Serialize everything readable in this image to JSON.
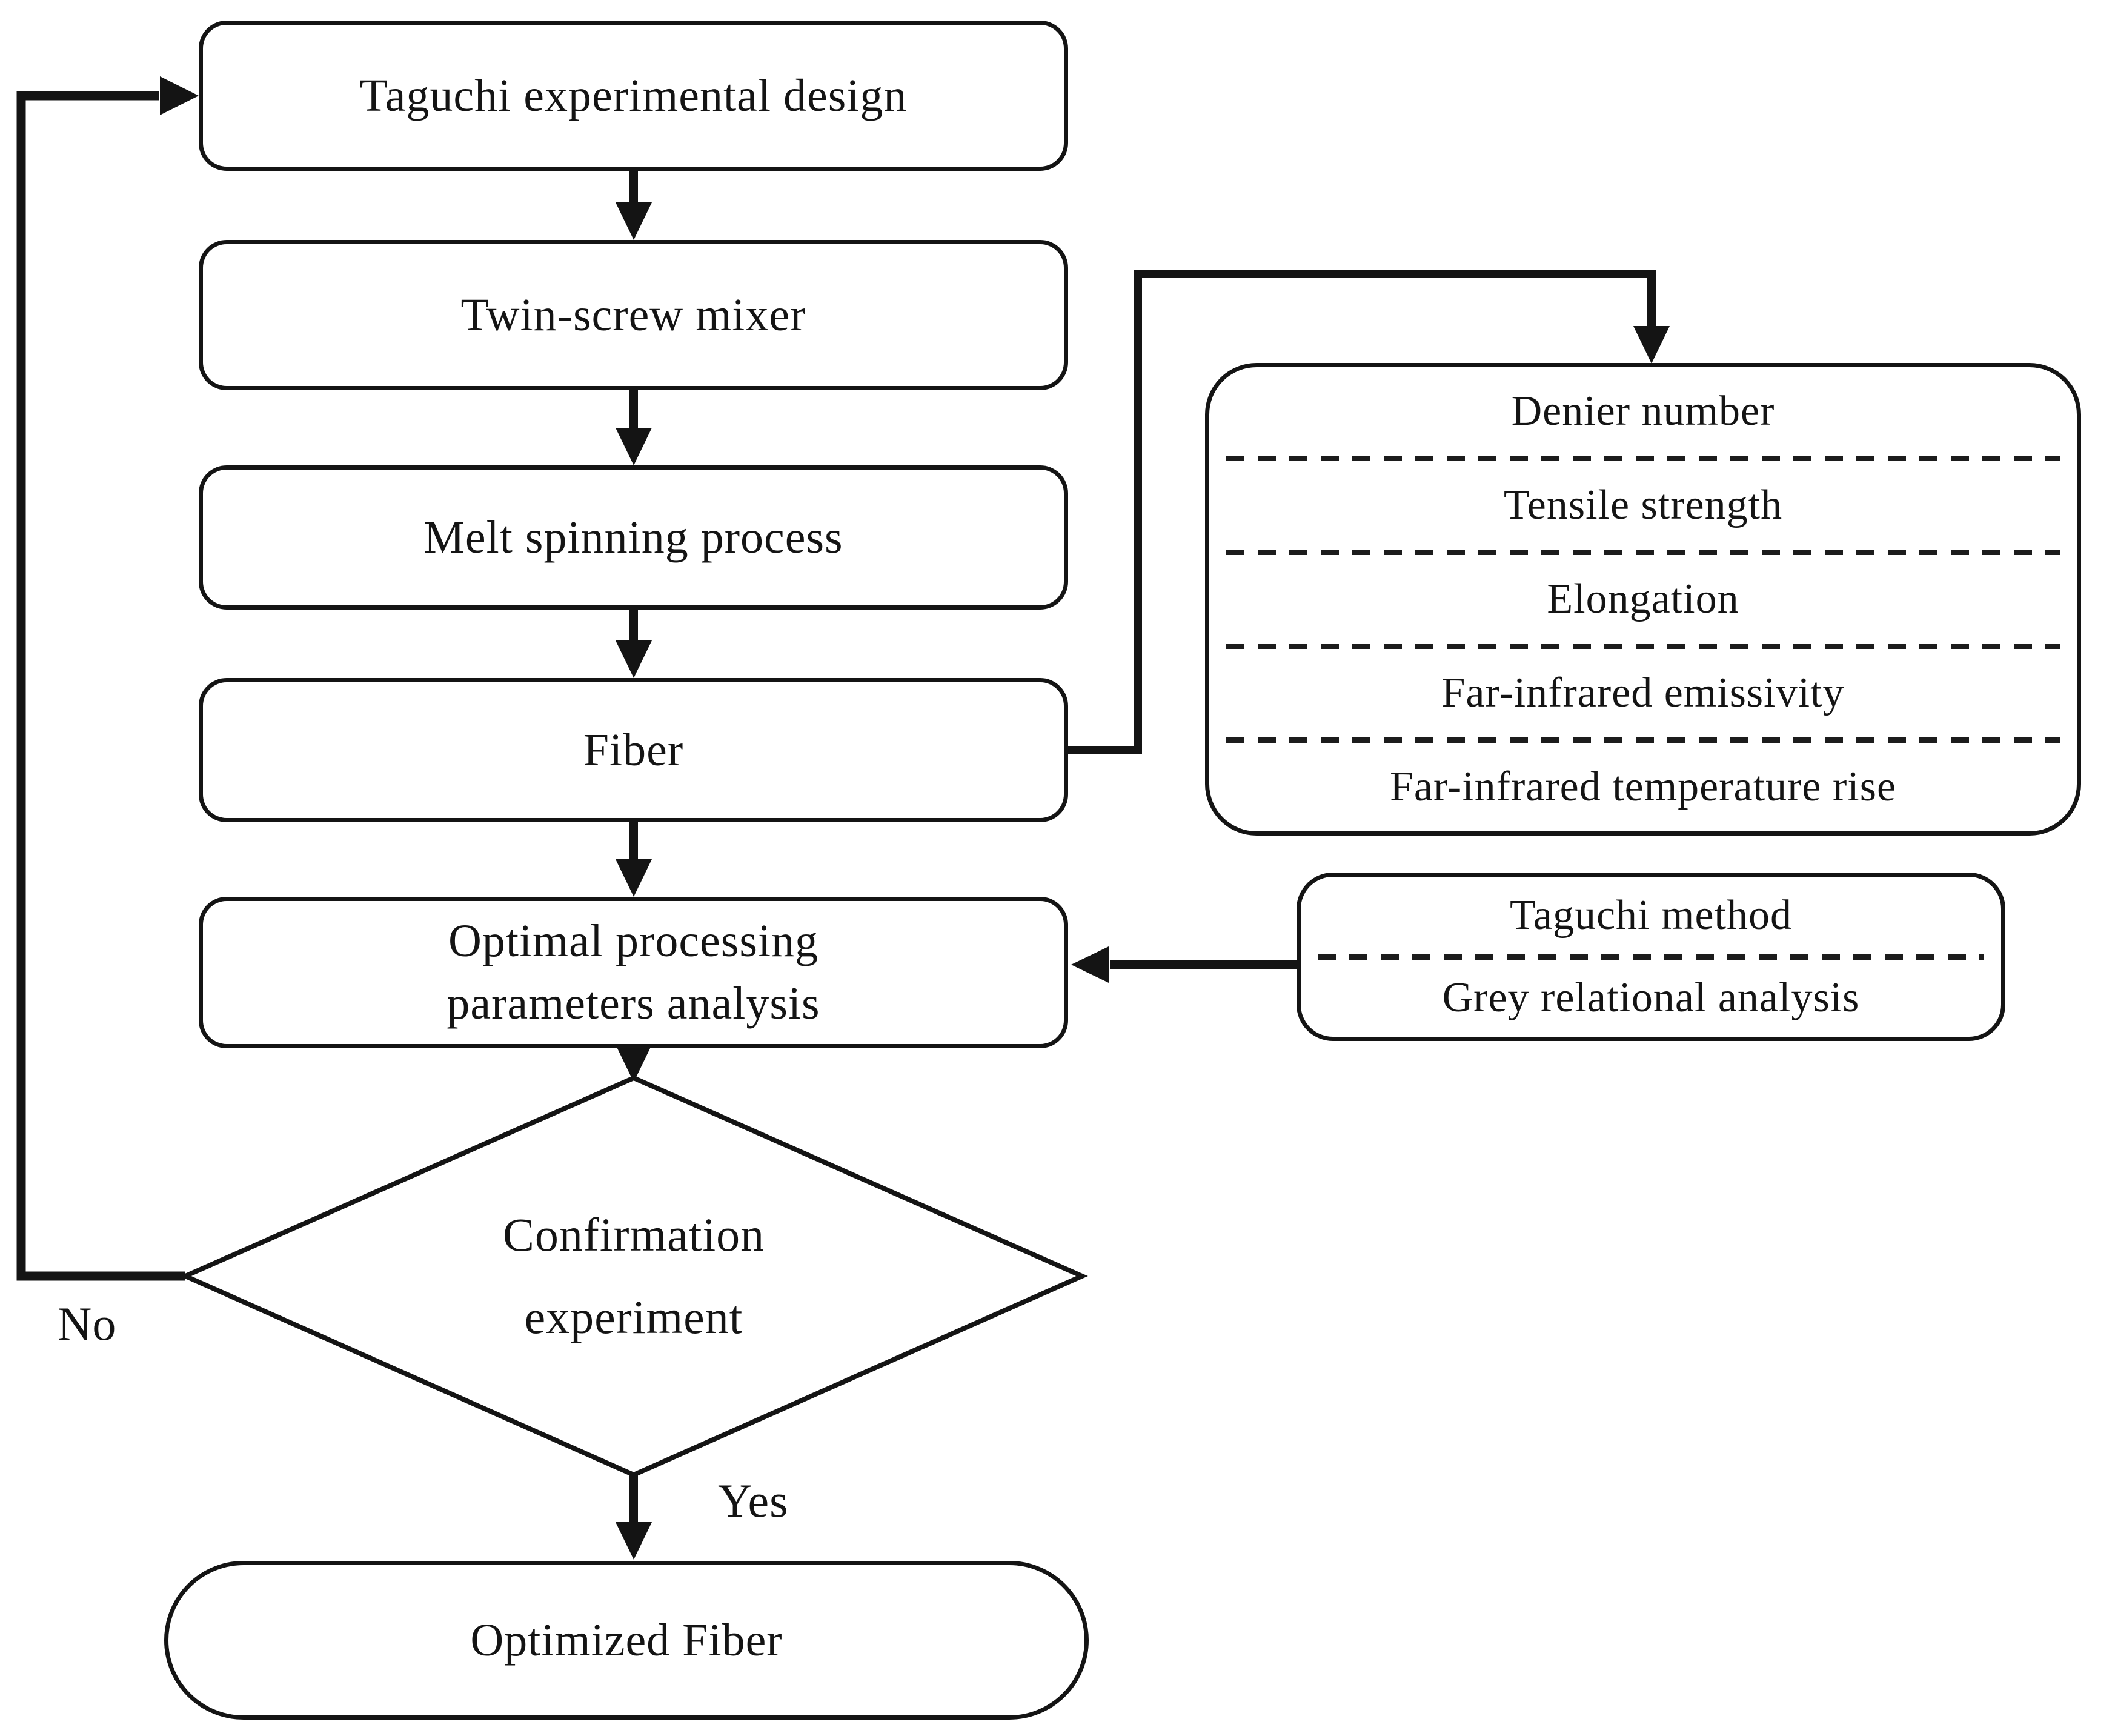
{
  "flow": {
    "taguchi_design": "Taguchi experimental design",
    "twin_screw": "Twin-screw mixer",
    "melt_spinning": "Melt spinning process",
    "fiber": "Fiber",
    "optimal": "Optimal processing parameters analysis",
    "confirmation": "Confirmation experiment",
    "optimized_fiber": "Optimized Fiber"
  },
  "outputs": {
    "items": [
      "Denier number",
      "Tensile strength",
      "Elongation",
      "Far-infrared emissivity",
      "Far-infrared temperature rise"
    ]
  },
  "methods": {
    "items": [
      "Taguchi method",
      "Grey relational analysis"
    ]
  },
  "edge_labels": {
    "no": "No",
    "yes": "Yes"
  },
  "colors": {
    "ink": "#141414",
    "background": "#ffffff"
  }
}
